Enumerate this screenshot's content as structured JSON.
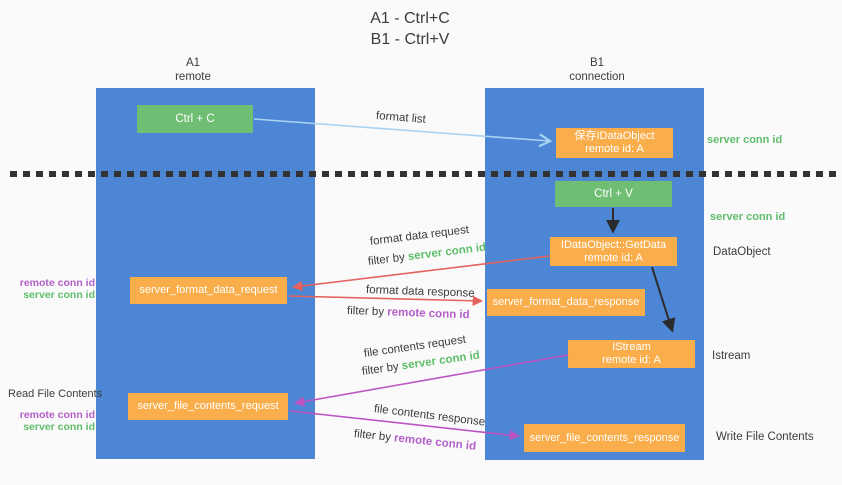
{
  "title": {
    "line1": "A1 - Ctrl+C",
    "line2": "B1 - Ctrl+V"
  },
  "lanes": {
    "left": {
      "name": "A1",
      "role": "remote"
    },
    "right": {
      "name": "B1",
      "role": "connection"
    }
  },
  "nodes": {
    "ctrl_c": "Ctrl + C",
    "ctrl_v": "Ctrl + V",
    "save_idataobject": {
      "line1": "保存IDataObject",
      "line2": "remote id: A"
    },
    "getdata": {
      "line1": "IDataObject::GetData",
      "line2": "remote id: A"
    },
    "istream": {
      "line1": "IStream",
      "line2": "remote id: A"
    },
    "format_request": "server_format_data_request",
    "format_response": "server_format_data_response",
    "file_request": "server_file_contents_request",
    "file_response": "server_file_contents_response"
  },
  "side_labels": {
    "server_conn_id_top": "server conn id",
    "server_conn_id_mid": "server conn id",
    "dataobject": "DataObject",
    "istream": "Istream",
    "write_file_contents": "Write File Contents",
    "read_file_contents": "Read File Contents",
    "stack_top": {
      "remote": "remote conn id",
      "server": "server conn id"
    },
    "stack_bottom": {
      "remote": "remote conn id",
      "server": "server conn id"
    }
  },
  "flow_labels": {
    "format_list": "format list",
    "format_data_request": "format data request",
    "format_data_response": "format data response",
    "file_contents_request": "file contents request",
    "file_contents_response": "file contents response",
    "filter_by": "filter by ",
    "server_conn_id": "server conn id",
    "remote_conn_id": "remote conn id"
  },
  "colors": {
    "background": "#FAFAFA",
    "lane_blue": "#4C86D5",
    "box_green": "#6FBE74",
    "box_orange": "#F9AE4B",
    "arrow_red": "#E5635E",
    "arrow_magenta": "#BC55C3",
    "arrow_lightblue": "#A9D3F2",
    "arrow_black": "#2B2B2B",
    "text_green": "#5FBE6B",
    "text_purple": "#B45FC8",
    "text_dark": "#3C3C3C",
    "dash": "#333333"
  }
}
